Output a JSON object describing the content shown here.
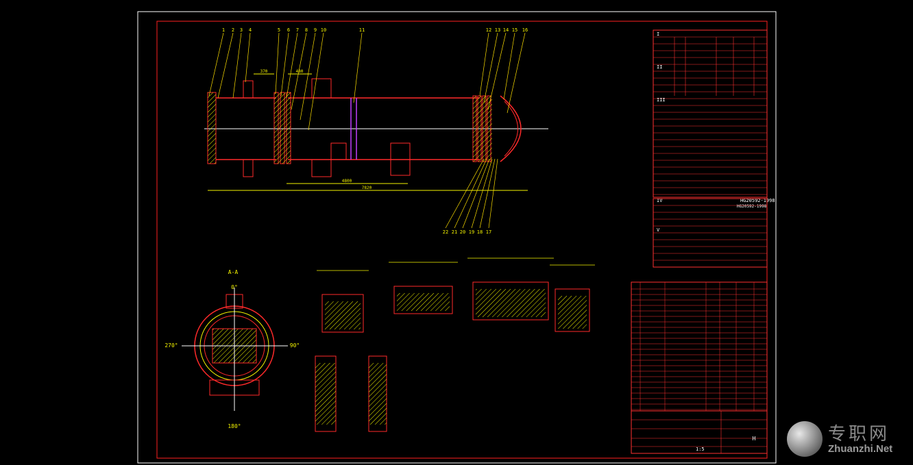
{
  "drawing": {
    "colors": {
      "frame": "#ffffff",
      "border": "#ff2020",
      "part": "#ff2a2a",
      "dim": "#f4f400",
      "leader": "#ffe000",
      "center": "#ffffff",
      "hatch": "#f4f400",
      "accent": "#c040ff",
      "table": "#ff3030",
      "tabletext": "#ffffff"
    },
    "balloons_top": [
      "1",
      "2",
      "3",
      "4",
      "5",
      "6",
      "7",
      "8",
      "9",
      "10",
      "11",
      "12",
      "13",
      "14",
      "15",
      "16"
    ],
    "balloons_bottom": [
      "22",
      "21",
      "20",
      "19",
      "18",
      "17"
    ],
    "dims": {
      "overall": "7820",
      "mid": "4800",
      "left": "370",
      "nozzle": "480"
    },
    "section_title": "A-A",
    "angles": {
      "top": "0°",
      "left": "270°",
      "right": "90°",
      "bottom": "180°"
    },
    "standards": [
      "HG20592-1998",
      "HG20592-1998"
    ],
    "roman": [
      "I",
      "II",
      "III",
      "IV",
      "V"
    ],
    "title_block": {
      "scale": "1:5",
      "mark": "H"
    }
  },
  "watermark": {
    "cn": "专职网",
    "en": "Zhuanzhi.Net"
  }
}
